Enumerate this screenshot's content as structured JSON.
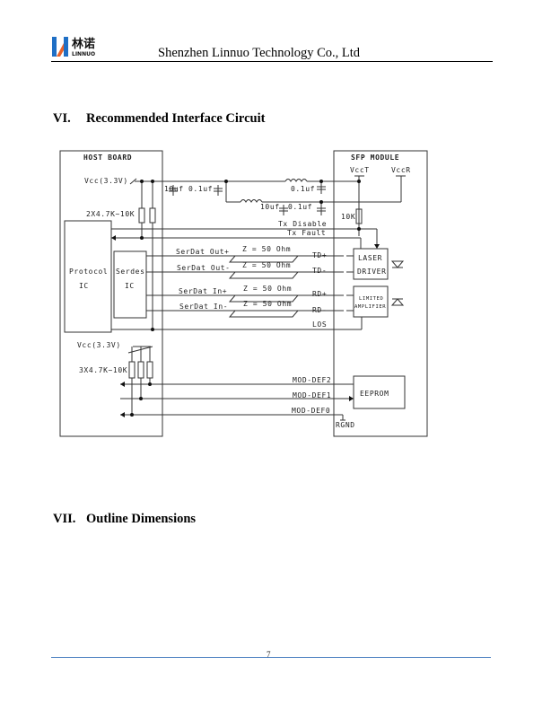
{
  "header": {
    "logo_cn": "林诺",
    "logo_en": "LINNUO",
    "company": "Shenzhen Linnuo Technology Co., Ltd"
  },
  "sections": [
    {
      "number": "VI.",
      "title": "Recommended Interface Circuit"
    },
    {
      "number": "VII.",
      "title": "Outline Dimensions"
    }
  ],
  "colors": {
    "logo_blue": "#1f6fc5",
    "logo_orange": "#e8632a",
    "footer_rule": "#4a7fc0"
  },
  "diagram": {
    "host_board": "HOST BOARD",
    "sfp_module": "SFP MODULE",
    "vcc_host": "Vcc(3.3V)",
    "vcc_host2": "Vcc(3.3V)",
    "pullup_2x": "2X4.7K~10K",
    "pullup_3x": "3X4.7K~10K",
    "cap_10uf_a": "10uf",
    "cap_01uf_a": "0.1uf",
    "cap_01uf_b": "0.1uf",
    "cap_10uf_b": "10uf",
    "cap_01uf_c": "0.1uf",
    "vcct": "VccT",
    "vccr": "VccR",
    "r_10k": "10K",
    "tx_disable": "Tx Disable",
    "tx_fault": "Tx Fault",
    "protocol_ic_1": "Protocol",
    "protocol_ic_2": "IC",
    "serdes_ic_1": "Serdes",
    "serdes_ic_2": "IC",
    "serdat_out_p": "SerDat Out+",
    "serdat_out_n": "SerDat Out-",
    "serdat_in_p": "SerDat In+",
    "serdat_in_n": "SerDat In-",
    "z_50": "Z = 50 Ohm",
    "td_p": "TD+",
    "td_n": "TD-",
    "rd_p": "RD+",
    "rd_n": "RD-",
    "los": "LOS",
    "laser_1": "LASER",
    "laser_2": "DRIVER",
    "limamp_1": "LIMITED",
    "limamp_2": "AMPLIFIER",
    "mod_def2": "MOD-DEF2",
    "mod_def1": "MOD-DEF1",
    "mod_def0": "MOD-DEF0",
    "eeprom": "EEPROM",
    "rgnd": "RGND"
  },
  "footer": {
    "page_number": "7"
  }
}
